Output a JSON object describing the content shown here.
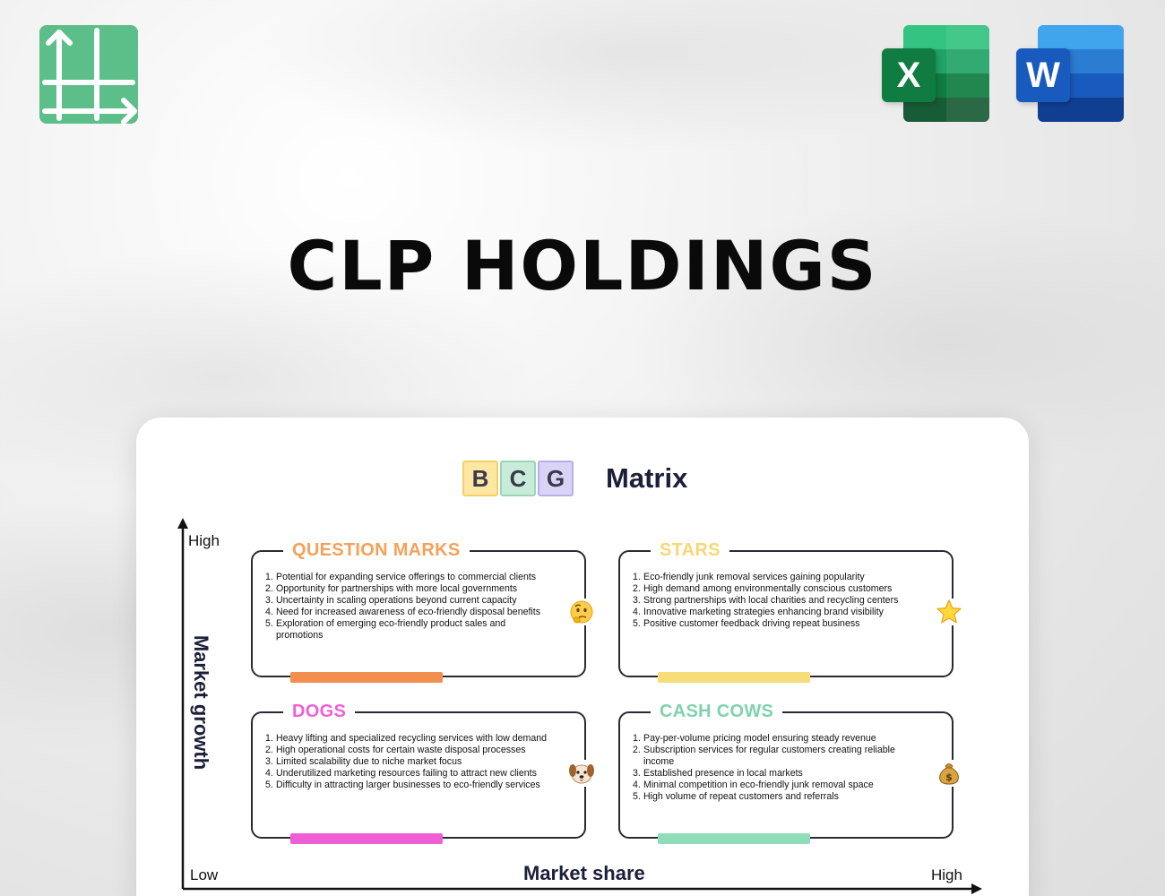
{
  "title": "CLP HOLDINGS",
  "header_icons": [
    {
      "name": "app-logo-icon"
    },
    {
      "name": "excel-icon",
      "letter": "X",
      "color": "#107c41"
    },
    {
      "name": "word-icon",
      "letter": "W",
      "color": "#185abd"
    }
  ],
  "matrix": {
    "letters": [
      "B",
      "C",
      "G"
    ],
    "heading": "Matrix",
    "y_axis": {
      "label": "Market growth",
      "high": "High"
    },
    "x_axis": {
      "label": "Market share",
      "low": "Low",
      "high": "High"
    },
    "quadrants": {
      "question_marks": {
        "title": "QUESTION MARKS",
        "color": "#f4a259",
        "bar_color": "#f28f4f",
        "icon": "thinking-face-icon",
        "items": [
          "Potential for expanding service offerings to commercial clients",
          "Opportunity for partnerships with more local governments",
          "Uncertainty in scaling operations beyond current capacity",
          "Need for increased awareness of eco-friendly disposal benefits",
          "Exploration of emerging eco-friendly product sales and promotions"
        ]
      },
      "stars": {
        "title": "STARS",
        "color": "#f7d774",
        "bar_color": "#f6dd7a",
        "icon": "star-icon",
        "items": [
          "Eco-friendly junk removal services gaining popularity",
          "High demand among environmentally conscious customers",
          "Strong partnerships with local charities and recycling centers",
          "Innovative marketing strategies enhancing brand visibility",
          "Positive customer feedback driving repeat business"
        ]
      },
      "dogs": {
        "title": "DOGS",
        "color": "#ee5fd6",
        "bar_color": "#ee5fd6",
        "icon": "dog-face-icon",
        "items": [
          "Heavy lifting and specialized recycling services with low demand",
          "High operational costs for certain waste disposal processes",
          "Limited scalability due to niche market focus",
          "Underutilized marketing resources failing to attract new clients",
          "Difficulty in attracting larger businesses to eco-friendly services"
        ]
      },
      "cash_cows": {
        "title": "CASH COWS",
        "color": "#7fd3ac",
        "bar_color": "#8fdcb8",
        "icon": "money-bag-icon",
        "items": [
          "Pay-per-volume pricing model ensuring steady revenue",
          "Subscription services for regular customers creating reliable income",
          "Established presence in local markets",
          "Minimal competition in eco-friendly junk removal space",
          "High volume of repeat customers and referrals"
        ]
      }
    }
  }
}
